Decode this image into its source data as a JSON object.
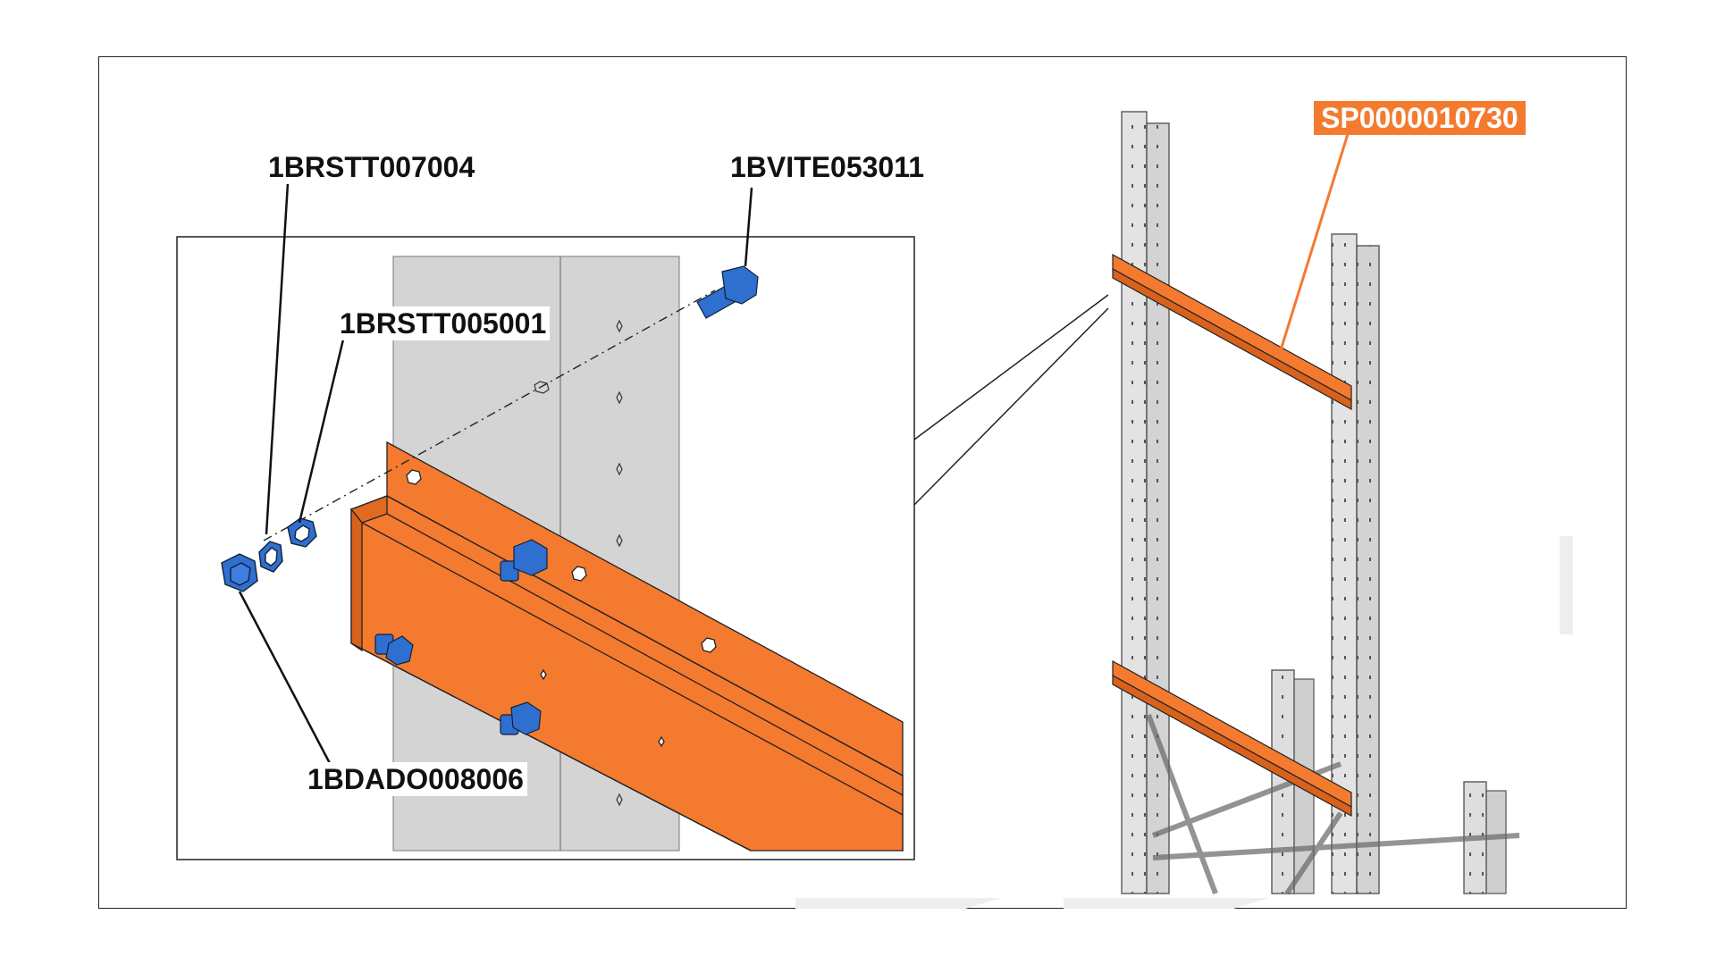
{
  "labels": {
    "washer_1": "1BRSTT007004",
    "washer_2": "1BRSTT005001",
    "bolt": "1BVITE053011",
    "nut": "1BDADO008006",
    "beam": "SP0000010730"
  },
  "colors": {
    "highlight": "#f47a30",
    "hardware": "#2f6fd0",
    "upright": "#d8d8d8",
    "outline": "#222222"
  }
}
